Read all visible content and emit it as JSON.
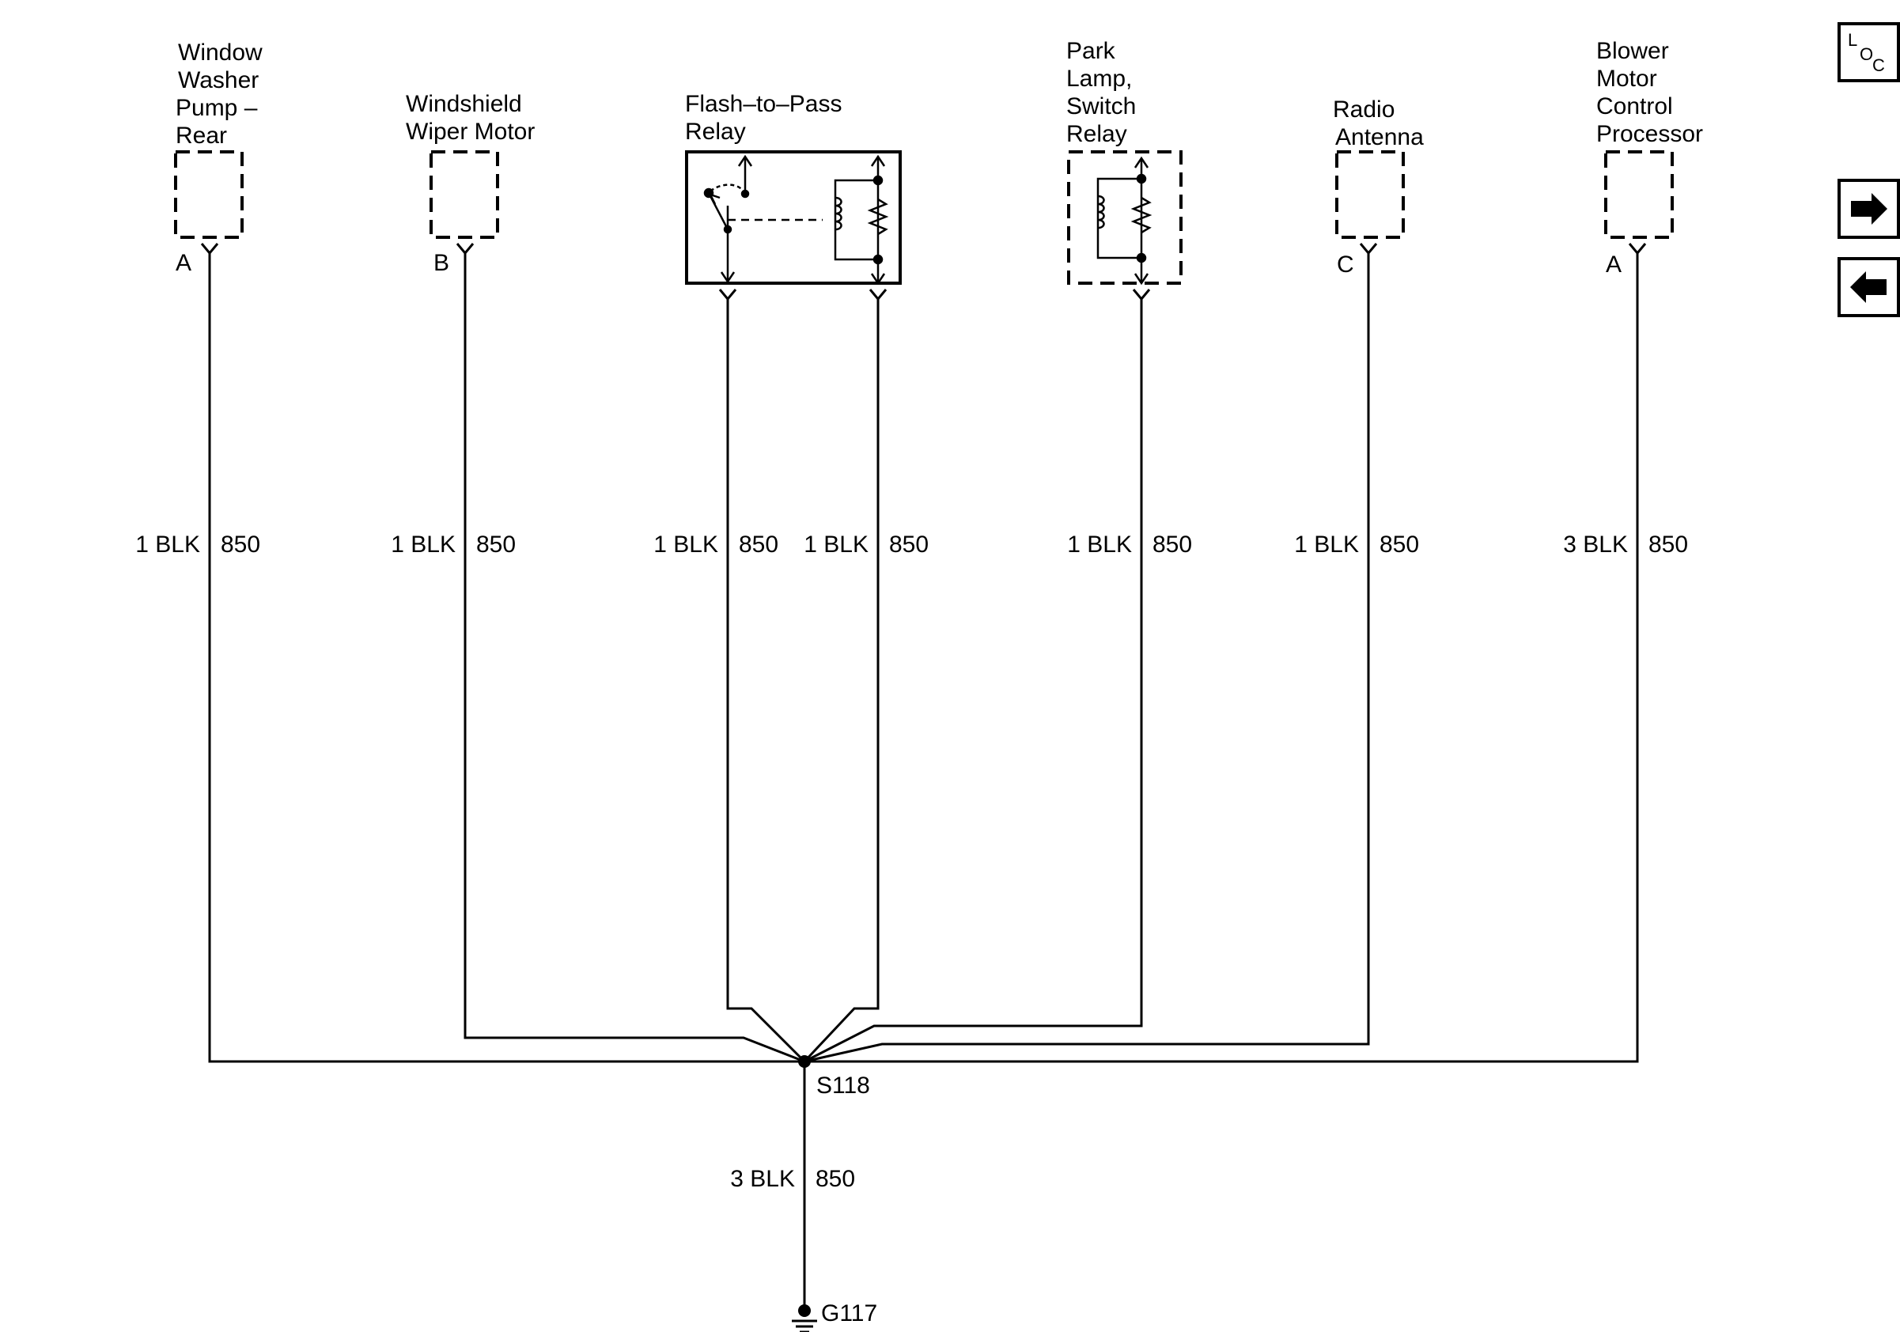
{
  "components": [
    {
      "id": "window-washer-pump-rear",
      "lines": [
        "Window",
        "Washer",
        "Pump –",
        "Rear"
      ],
      "pin": "A"
    },
    {
      "id": "windshield-wiper-motor",
      "lines": [
        "Windshield",
        "Wiper Motor"
      ],
      "pin": "B"
    },
    {
      "id": "flash-to-pass-relay",
      "lines": [
        "Flash–to–Pass",
        "Relay"
      ],
      "pin": ""
    },
    {
      "id": "park-lamp-switch-relay",
      "lines": [
        "Park",
        "Lamp,",
        "Switch",
        "Relay"
      ],
      "pin": ""
    },
    {
      "id": "radio-antenna",
      "lines": [
        "Radio",
        "Antenna"
      ],
      "pin": "C"
    },
    {
      "id": "blower-motor-control-processor",
      "lines": [
        "Blower",
        "Motor",
        "Control",
        "Processor"
      ],
      "pin": "A"
    }
  ],
  "wires": [
    {
      "size_color": "1 BLK",
      "circuit": "850"
    },
    {
      "size_color": "1 BLK",
      "circuit": "850"
    },
    {
      "size_color": "1 BLK",
      "circuit": "850"
    },
    {
      "size_color": "1 BLK",
      "circuit": "850"
    },
    {
      "size_color": "1 BLK",
      "circuit": "850"
    },
    {
      "size_color": "1 BLK",
      "circuit": "850"
    },
    {
      "size_color": "3 BLK",
      "circuit": "850"
    }
  ],
  "splice": {
    "label": "S118"
  },
  "ground_wire": {
    "size_color": "3 BLK",
    "circuit": "850"
  },
  "ground": {
    "label": "G117"
  },
  "nav": {
    "loc_icon": "loc-icon",
    "next_icon": "arrow-right-icon",
    "prev_icon": "arrow-left-icon",
    "loc_letters": [
      "L",
      "O",
      "C"
    ]
  },
  "colors": {
    "line": "#000000",
    "background": "#ffffff"
  }
}
